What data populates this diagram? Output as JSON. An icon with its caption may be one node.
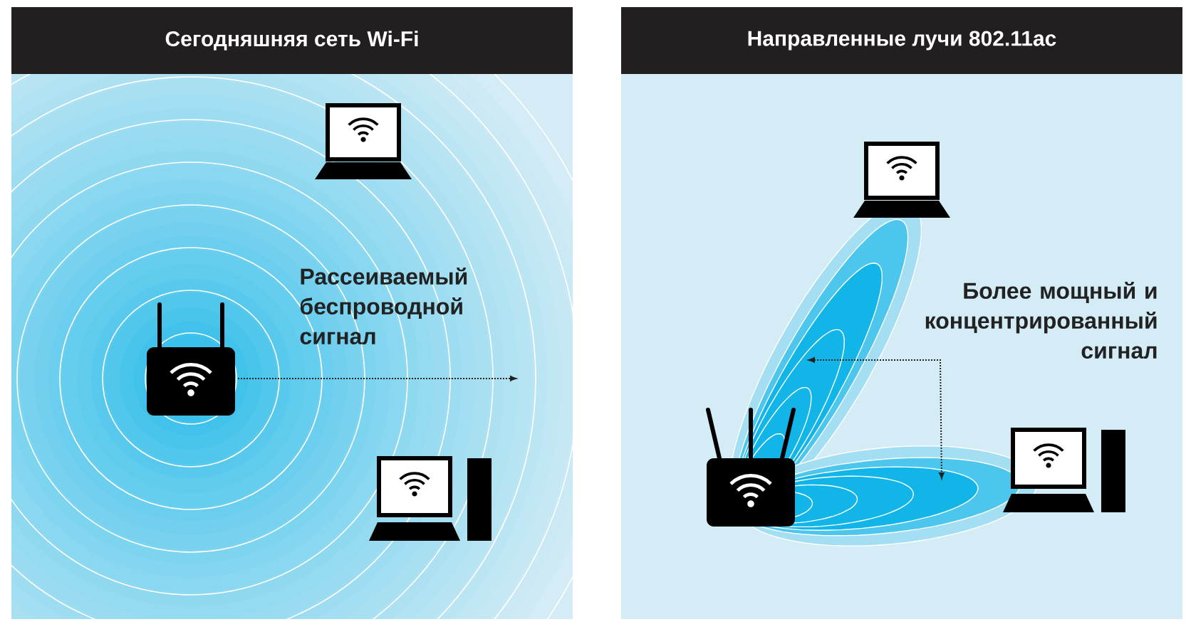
{
  "diagram": {
    "nodes": [
      {
        "text": [
          "Сегодняшняя сеть Wi-Fi"
        ]
      },
      {
        "text": [],
        "shape": "picture",
        "in": 0
      },
      {
        "text": [],
        "shape": "picture",
        "in": 0
      },
      {
        "text": [],
        "shape": "picture",
        "in": 0
      },
      {
        "text": [
          "Направленные лучи 802.11ac"
        ]
      },
      {
        "text": [],
        "shape": "picture",
        "in": 4
      },
      {
        "text": [],
        "shape": "picture",
        "in": 4
      },
      {
        "text": [],
        "shape": "picture",
        "in": 4
      }
    ],
    "labels": [
      "Рассеиваемый беспроводной сигнал",
      "Более мощный и концентрированный сигнал"
    ]
  }
}
